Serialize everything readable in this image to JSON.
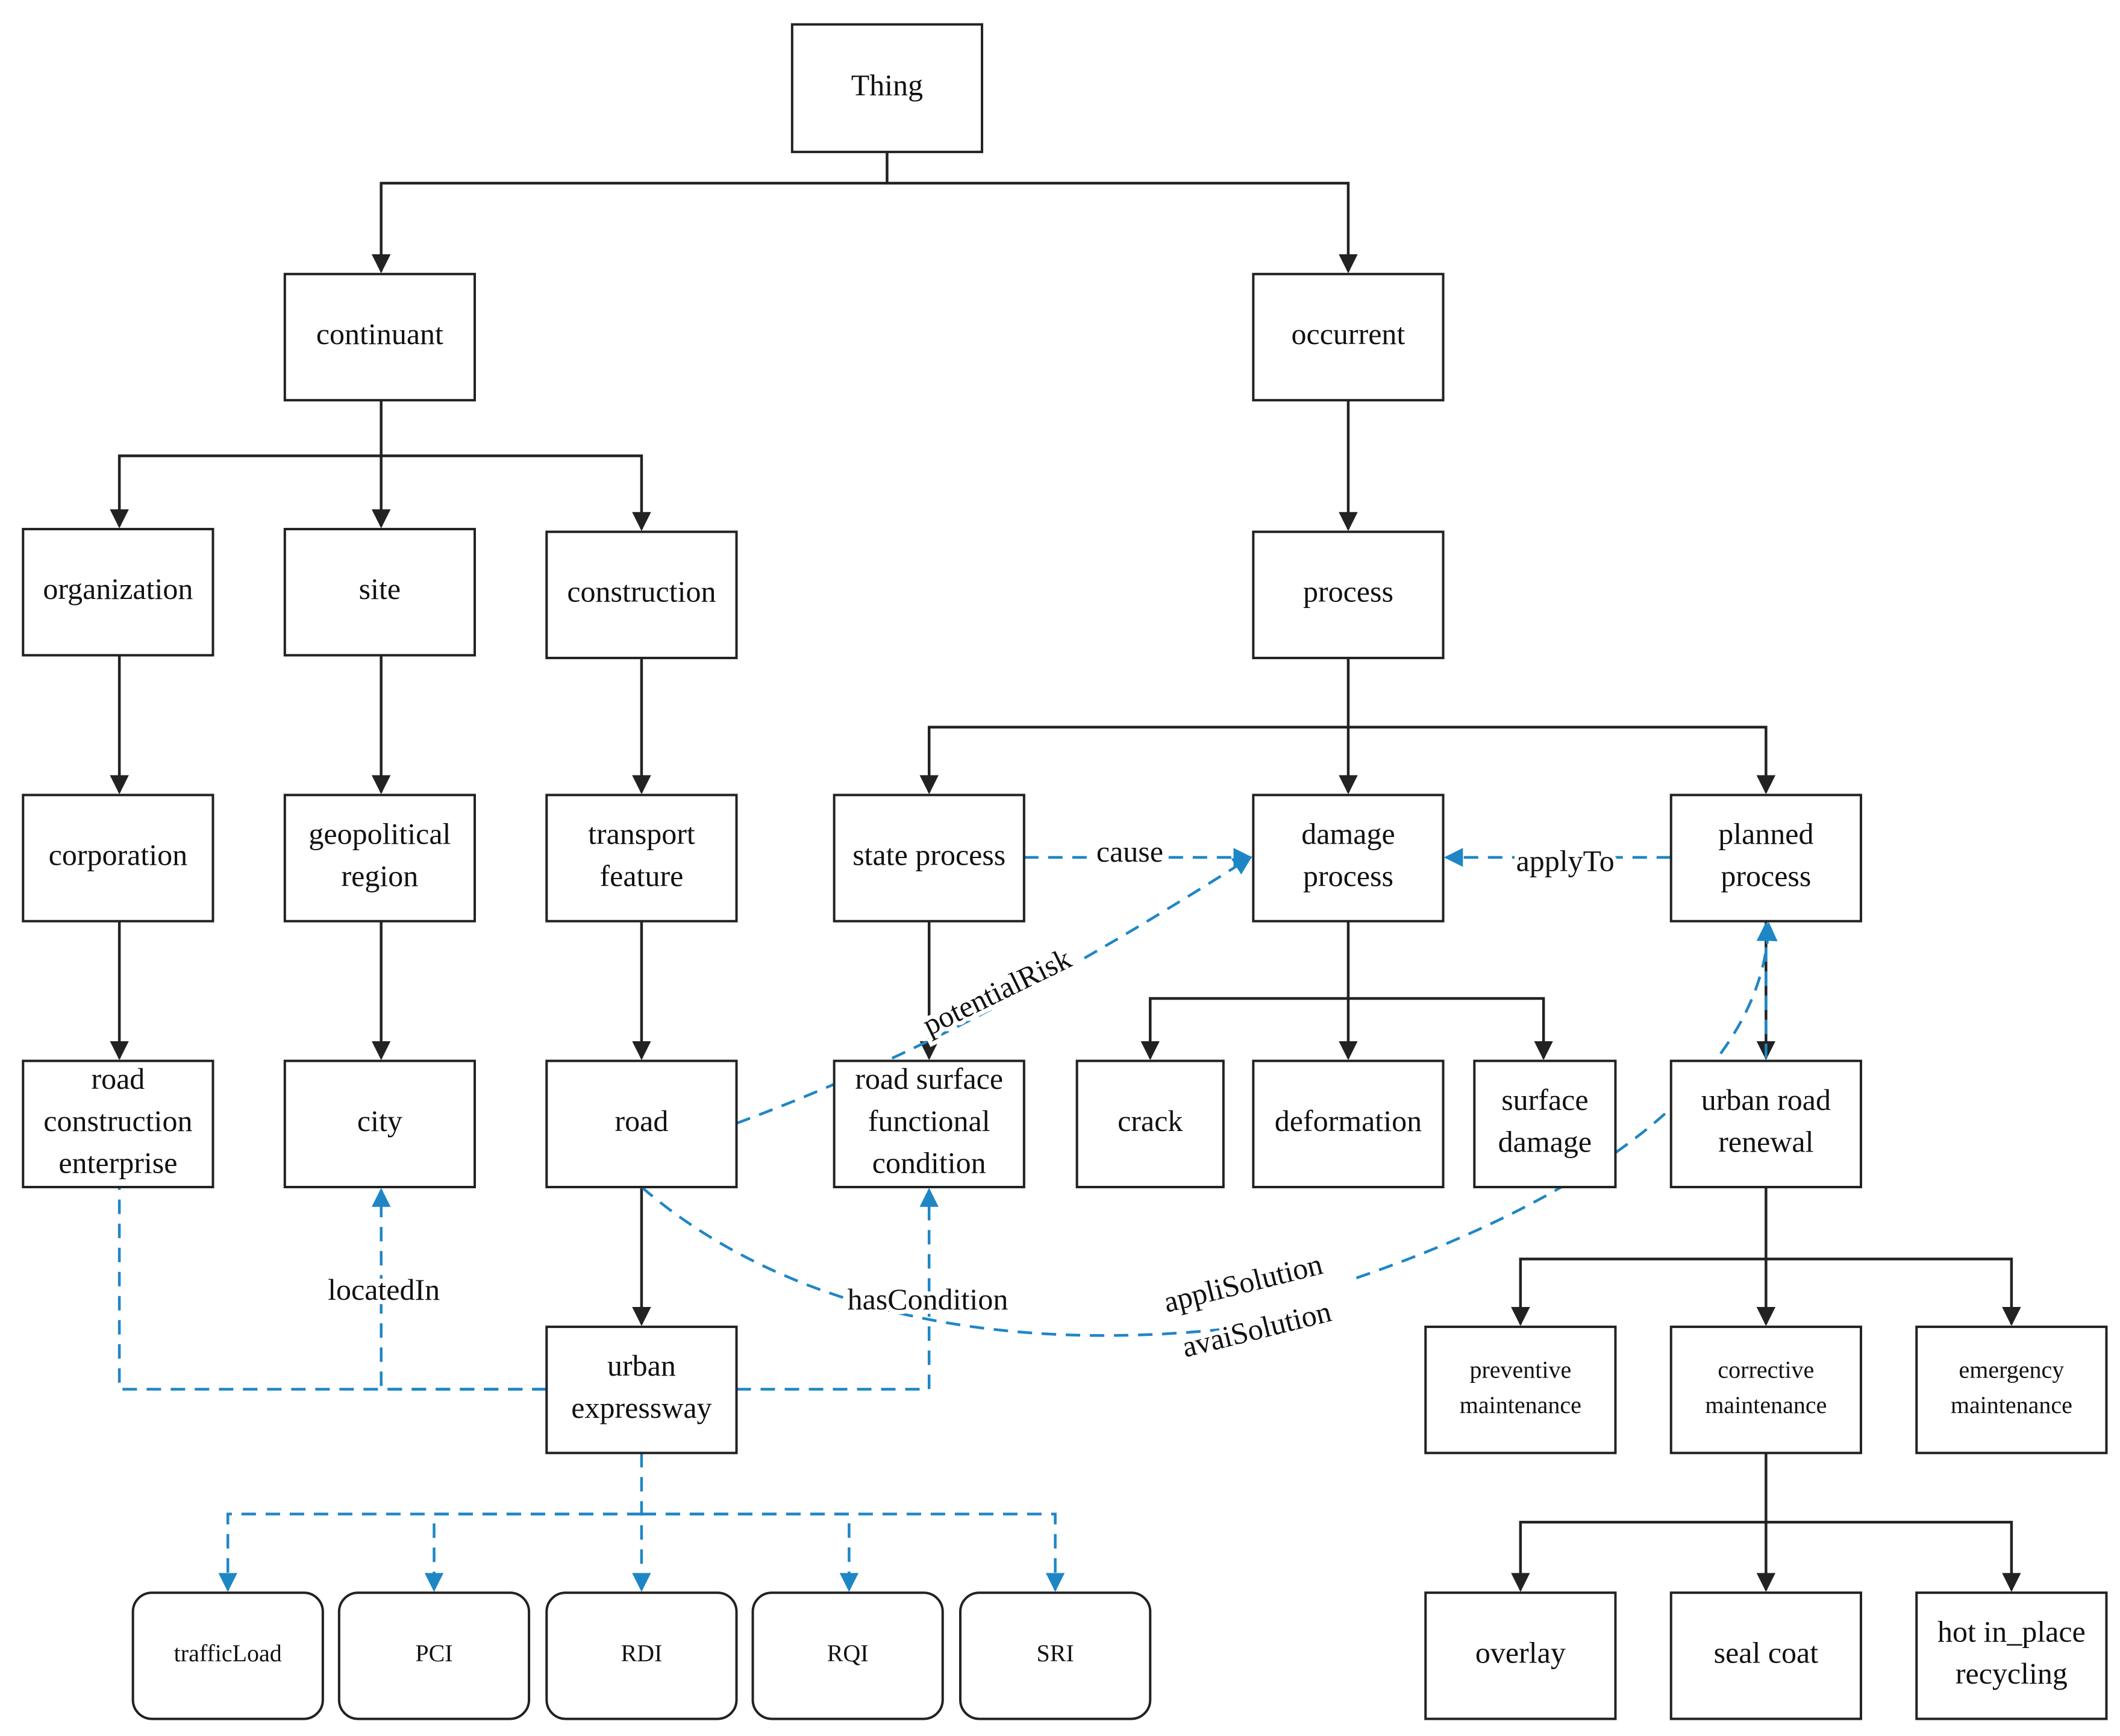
{
  "colors": {
    "hierarchy": "#222222",
    "relation": "#1f86c6",
    "background": "#ffffff"
  },
  "nodes": {
    "thing": [
      "Thing"
    ],
    "continuant": [
      "continuant"
    ],
    "occurrent": [
      "occurrent"
    ],
    "organization": [
      "organization"
    ],
    "site": [
      "site"
    ],
    "construction": [
      "construction"
    ],
    "process": [
      "process"
    ],
    "corporation": [
      "corporation"
    ],
    "geopolitical_region": [
      "geopolitical",
      "region"
    ],
    "transport_feature": [
      "transport",
      "feature"
    ],
    "state_process": [
      "state process"
    ],
    "damage_process": [
      "damage",
      "process"
    ],
    "planned_process": [
      "planned",
      "process"
    ],
    "road_construction_enterprise": [
      "road",
      "construction",
      "enterprise"
    ],
    "city": [
      "city"
    ],
    "road": [
      "road"
    ],
    "road_surface_functional_condition": [
      "road surface",
      "functional",
      "condition"
    ],
    "crack": [
      "crack"
    ],
    "deformation": [
      "deformation"
    ],
    "surface_damage": [
      "surface",
      "damage"
    ],
    "urban_road_renewal": [
      "urban road",
      "renewal"
    ],
    "urban_expressway": [
      "urban",
      "expressway"
    ],
    "preventive_maintenance": [
      "preventive",
      "maintenance"
    ],
    "corrective_maintenance": [
      "corrective",
      "maintenance"
    ],
    "emergency_maintenance": [
      "emergency",
      "maintenance"
    ],
    "traffic_load": [
      "trafficLoad"
    ],
    "pci": [
      "PCI"
    ],
    "rdi": [
      "RDI"
    ],
    "rqi": [
      "RQI"
    ],
    "sri": [
      "SRI"
    ],
    "overlay": [
      "overlay"
    ],
    "seal_coat": [
      "seal coat"
    ],
    "hot_in_place_recycling": [
      "hot in_place",
      "recycling"
    ]
  },
  "relations": {
    "cause": "cause",
    "apply_to": "applyTo",
    "potential_risk": "potentialRisk",
    "located_in": "locatedIn",
    "has_condition": "hasCondition",
    "appli_solution": "appliSolution",
    "avai_solution": "avaiSolution"
  }
}
